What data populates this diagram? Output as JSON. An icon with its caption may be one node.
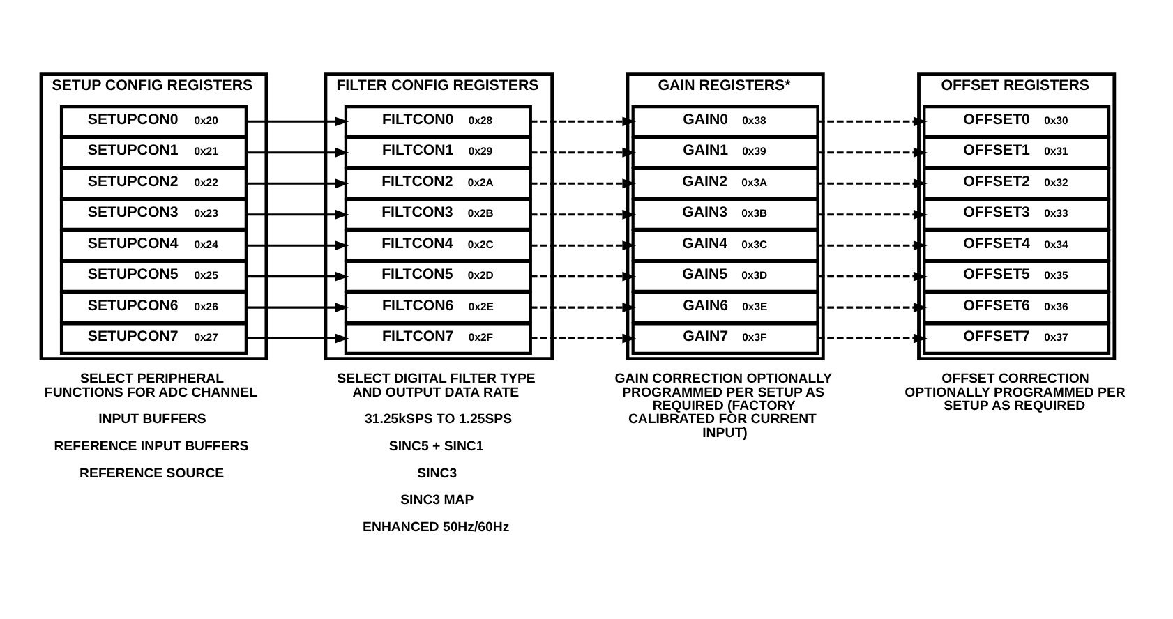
{
  "diagram": {
    "nodes": [
      {
        "text": [
          "SETUP CONFIG REGISTERS"
        ],
        "beside": [
          "SELECT PERIPHERAL FUNCTIONS FOR ADC CHANNEL",
          "INPUT BUFFERS",
          "REFERENCE INPUT BUFFERS",
          "REFERENCE SOURCE"
        ]
      },
      {
        "text": [
          "SETUPCON0",
          "0x20"
        ],
        "in": 0
      },
      {
        "text": [
          "SETUPCON1",
          "0x21"
        ],
        "in": 0
      },
      {
        "text": [
          "SETUPCON2",
          "0x22"
        ],
        "in": 0
      },
      {
        "text": [
          "SETUPCON3",
          "0x23"
        ],
        "in": 0
      },
      {
        "text": [
          "SETUPCON4",
          "0x24"
        ],
        "in": 0
      },
      {
        "text": [
          "SETUPCON5",
          "0x25"
        ],
        "in": 0
      },
      {
        "text": [
          "SETUPCON6",
          "0x26"
        ],
        "in": 0
      },
      {
        "text": [
          "SETUPCON7",
          "0x27"
        ],
        "in": 0
      },
      {
        "text": [
          "FILTER CONFIG REGISTERS"
        ],
        "beside": [
          "SELECT DIGITAL FILTER TYPE AND OUTPUT DATA RATE",
          "31.25kSPS TO 1.25SPS",
          "SINC5 + SINC1",
          "SINC3",
          "SINC3 MAP",
          "ENHANCED 50Hz/60Hz"
        ]
      },
      {
        "text": [
          "FILTCON0",
          "0x28"
        ],
        "in": 9
      },
      {
        "text": [
          "FILTCON1",
          "0x29"
        ],
        "in": 9
      },
      {
        "text": [
          "FILTCON2",
          "0x2A"
        ],
        "in": 9
      },
      {
        "text": [
          "FILTCON3",
          "0x2B"
        ],
        "in": 9
      },
      {
        "text": [
          "FILTCON4",
          "0x2C"
        ],
        "in": 9
      },
      {
        "text": [
          "FILTCON5",
          "0x2D"
        ],
        "in": 9
      },
      {
        "text": [
          "FILTCON6",
          "0x2E"
        ],
        "in": 9
      },
      {
        "text": [
          "FILTCON7",
          "0x2F"
        ],
        "in": 9
      },
      {
        "text": [
          "GAIN REGISTERS*"
        ],
        "beside": [
          "GAIN CORRECTION OPTIONALLY PROGRAMMED PER SETUP AS REQUIRED (FACTORY CALIBRATED FOR CURRENT INPUT)"
        ]
      },
      {
        "text": [
          "GAIN0",
          "0x38"
        ],
        "in": 18
      },
      {
        "text": [
          "GAIN1",
          "0x39"
        ],
        "in": 18
      },
      {
        "text": [
          "GAIN2",
          "0x3A"
        ],
        "in": 18
      },
      {
        "text": [
          "GAIN3",
          "0x3B"
        ],
        "in": 18
      },
      {
        "text": [
          "GAIN4",
          "0x3C"
        ],
        "in": 18
      },
      {
        "text": [
          "GAIN5",
          "0x3D"
        ],
        "in": 18
      },
      {
        "text": [
          "GAIN6",
          "0x3E"
        ],
        "in": 18
      },
      {
        "text": [
          "GAIN7",
          "0x3F"
        ],
        "in": 18
      },
      {
        "text": [
          "OFFSET REGISTERS"
        ],
        "beside": [
          "OFFSET CORRECTION OPTIONALLY PROGRAMMED PER SETUP AS REQUIRED"
        ]
      },
      {
        "text": [
          "OFFSET0",
          "0x30"
        ],
        "in": 27
      },
      {
        "text": [
          "OFFSET1",
          "0x31"
        ],
        "in": 27
      },
      {
        "text": [
          "OFFSET2",
          "0x32"
        ],
        "in": 27
      },
      {
        "text": [
          "OFFSET3",
          "0x33"
        ],
        "in": 27
      },
      {
        "text": [
          "OFFSET4",
          "0x34"
        ],
        "in": 27
      },
      {
        "text": [
          "OFFSET5",
          "0x35"
        ],
        "in": 27
      },
      {
        "text": [
          "OFFSET6",
          "0x36"
        ],
        "in": 27
      },
      {
        "text": [
          "OFFSET7",
          "0x37"
        ],
        "in": 27
      }
    ],
    "edges": [
      {
        "from": 1,
        "to": 10,
        "arrow": "to"
      },
      {
        "from": 2,
        "to": 11,
        "arrow": "to"
      },
      {
        "from": 3,
        "to": 12,
        "arrow": "to"
      },
      {
        "from": 4,
        "to": 13,
        "arrow": "to"
      },
      {
        "from": 5,
        "to": 14,
        "arrow": "to"
      },
      {
        "from": 6,
        "to": 15,
        "arrow": "to"
      },
      {
        "from": 7,
        "to": 16,
        "arrow": "to"
      },
      {
        "from": 8,
        "to": 17,
        "arrow": "to"
      },
      {
        "from": 10,
        "to": 19,
        "arrow": "to",
        "style": "dashed"
      },
      {
        "from": 11,
        "to": 20,
        "arrow": "to",
        "style": "dashed"
      },
      {
        "from": 12,
        "to": 21,
        "arrow": "to",
        "style": "dashed"
      },
      {
        "from": 13,
        "to": 22,
        "arrow": "to",
        "style": "dashed"
      },
      {
        "from": 14,
        "to": 23,
        "arrow": "to",
        "style": "dashed"
      },
      {
        "from": 15,
        "to": 24,
        "arrow": "to",
        "style": "dashed"
      },
      {
        "from": 16,
        "to": 25,
        "arrow": "to",
        "style": "dashed"
      },
      {
        "from": 17,
        "to": 26,
        "arrow": "to",
        "style": "dashed"
      },
      {
        "from": 19,
        "to": 28,
        "arrow": "to",
        "style": "dashed"
      },
      {
        "from": 20,
        "to": 29,
        "arrow": "to",
        "style": "dashed"
      },
      {
        "from": 21,
        "to": 30,
        "arrow": "to",
        "style": "dashed"
      },
      {
        "from": 22,
        "to": 31,
        "arrow": "to",
        "style": "dashed"
      },
      {
        "from": 23,
        "to": 32,
        "arrow": "to",
        "style": "dashed"
      },
      {
        "from": 24,
        "to": 33,
        "arrow": "to",
        "style": "dashed"
      },
      {
        "from": 25,
        "to": 34,
        "arrow": "to",
        "style": "dashed"
      },
      {
        "from": 26,
        "to": 35,
        "arrow": "to",
        "style": "dashed"
      }
    ]
  }
}
